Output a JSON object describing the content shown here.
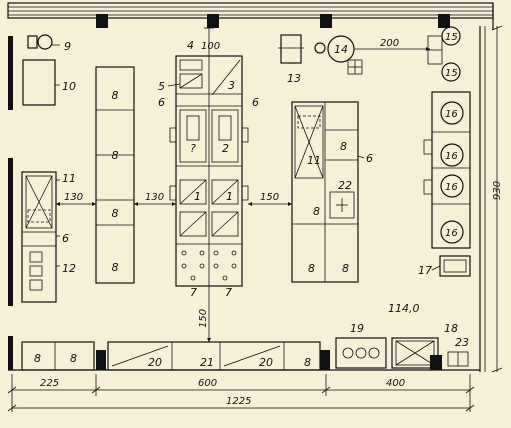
{
  "labels": {
    "e1": "1",
    "e2": "2",
    "e3": "3",
    "e4": "4",
    "e5": "5",
    "e6": "6",
    "e7": "7",
    "e8": "8",
    "e9": "9",
    "e10": "10",
    "e11": "11",
    "e12": "12",
    "e13": "13",
    "e14": "14",
    "e15": "15",
    "e16": "16",
    "e17": "17",
    "e18": "18",
    "e19": "19",
    "e20": "20",
    "e21": "21",
    "e22": "22",
    "e23": "23",
    "q": "?"
  },
  "dimensions": {
    "d100": "100",
    "d200": "200",
    "d130": "130",
    "d150": "150",
    "d930": "930",
    "d225": "225",
    "d600": "600",
    "d400": "400",
    "d1225": "1225",
    "area": "114,0"
  },
  "colors": {
    "ink": "#111111",
    "paper": "#f6f0d8"
  }
}
